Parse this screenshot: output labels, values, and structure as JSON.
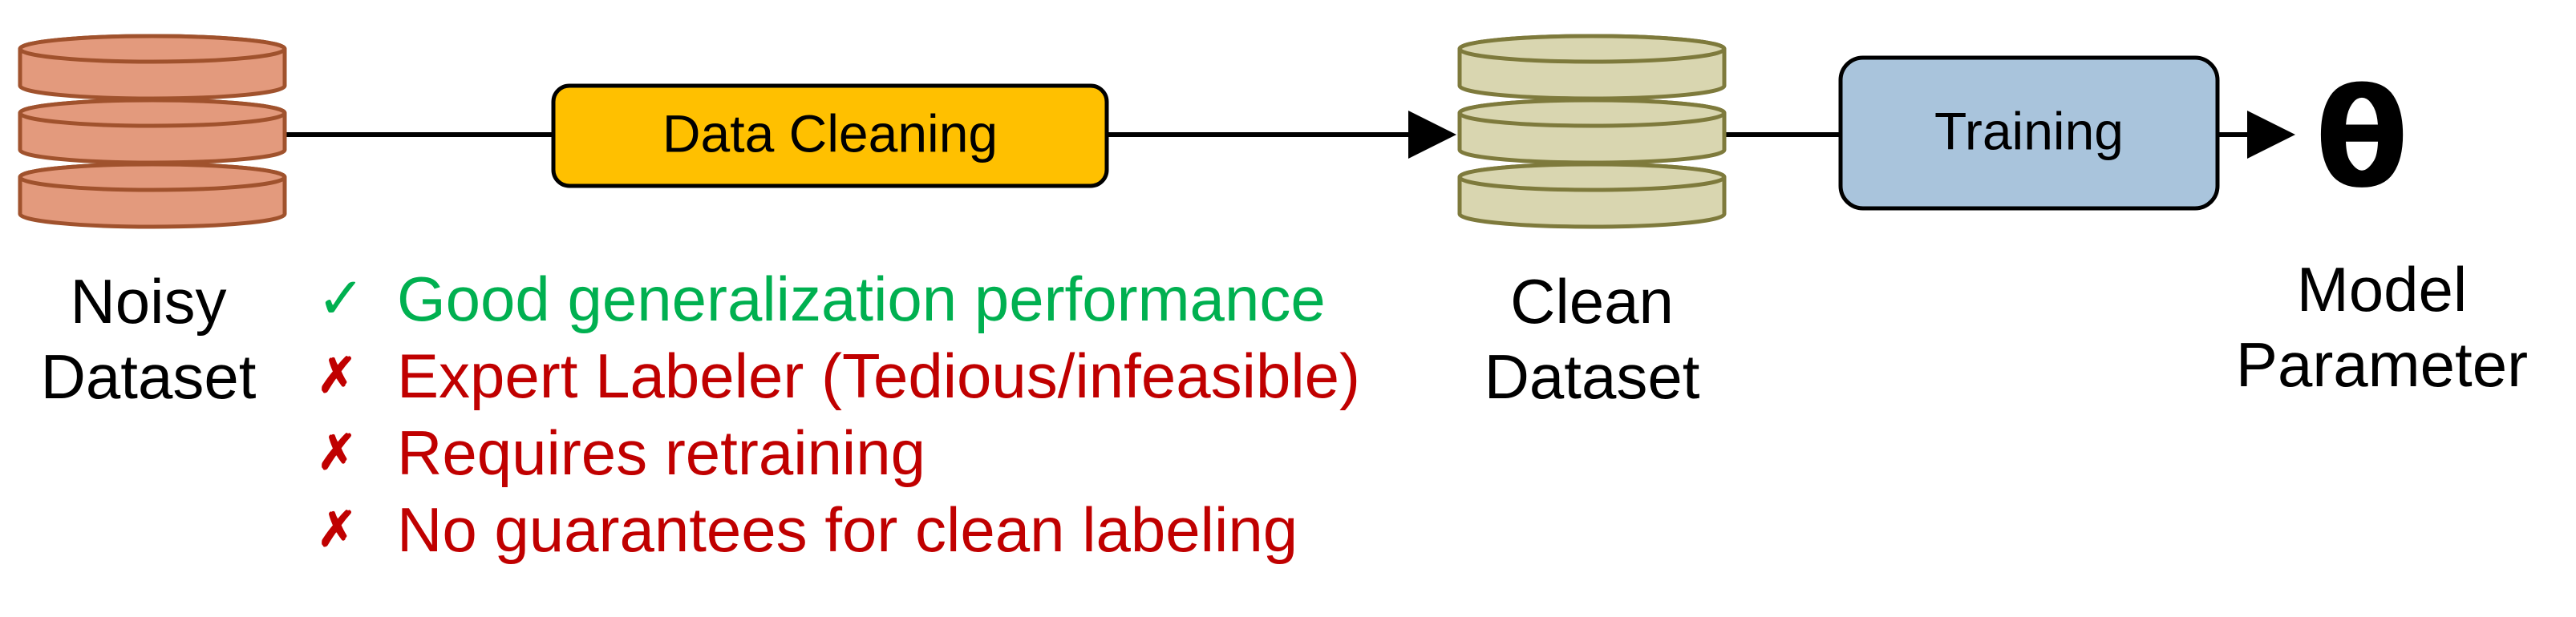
{
  "colors": {
    "noisy_db_fill": "#e39a7d",
    "noisy_db_stroke": "#a0522d",
    "clean_db_fill": "#d9d6b0",
    "clean_db_stroke": "#7e7a3c",
    "cleaning_box_fill": "#ffc000",
    "training_box_fill": "#a9c4dc",
    "pro_text": "#00b050",
    "con_text": "#c00000"
  },
  "nodes": {
    "noisy_dataset": {
      "line1": "Noisy",
      "line2": "Dataset"
    },
    "data_cleaning": {
      "label": "Data Cleaning"
    },
    "clean_dataset": {
      "line1": "Clean",
      "line2": "Dataset"
    },
    "training": {
      "label": "Training"
    },
    "model_parameter": {
      "symbol": "θ",
      "line1": "Model",
      "line2": "Parameter"
    }
  },
  "notes": [
    {
      "mark": "✓",
      "icon": "check-icon",
      "kind": "pro",
      "text": "Good generalization performance"
    },
    {
      "mark": "✗",
      "icon": "cross-icon",
      "kind": "con",
      "text": "Expert Labeler (Tedious/infeasible)"
    },
    {
      "mark": "✗",
      "icon": "cross-icon",
      "kind": "con",
      "text": "Requires retraining"
    },
    {
      "mark": "✗",
      "icon": "cross-icon",
      "kind": "con",
      "text": "No guarantees for clean labeling"
    }
  ]
}
